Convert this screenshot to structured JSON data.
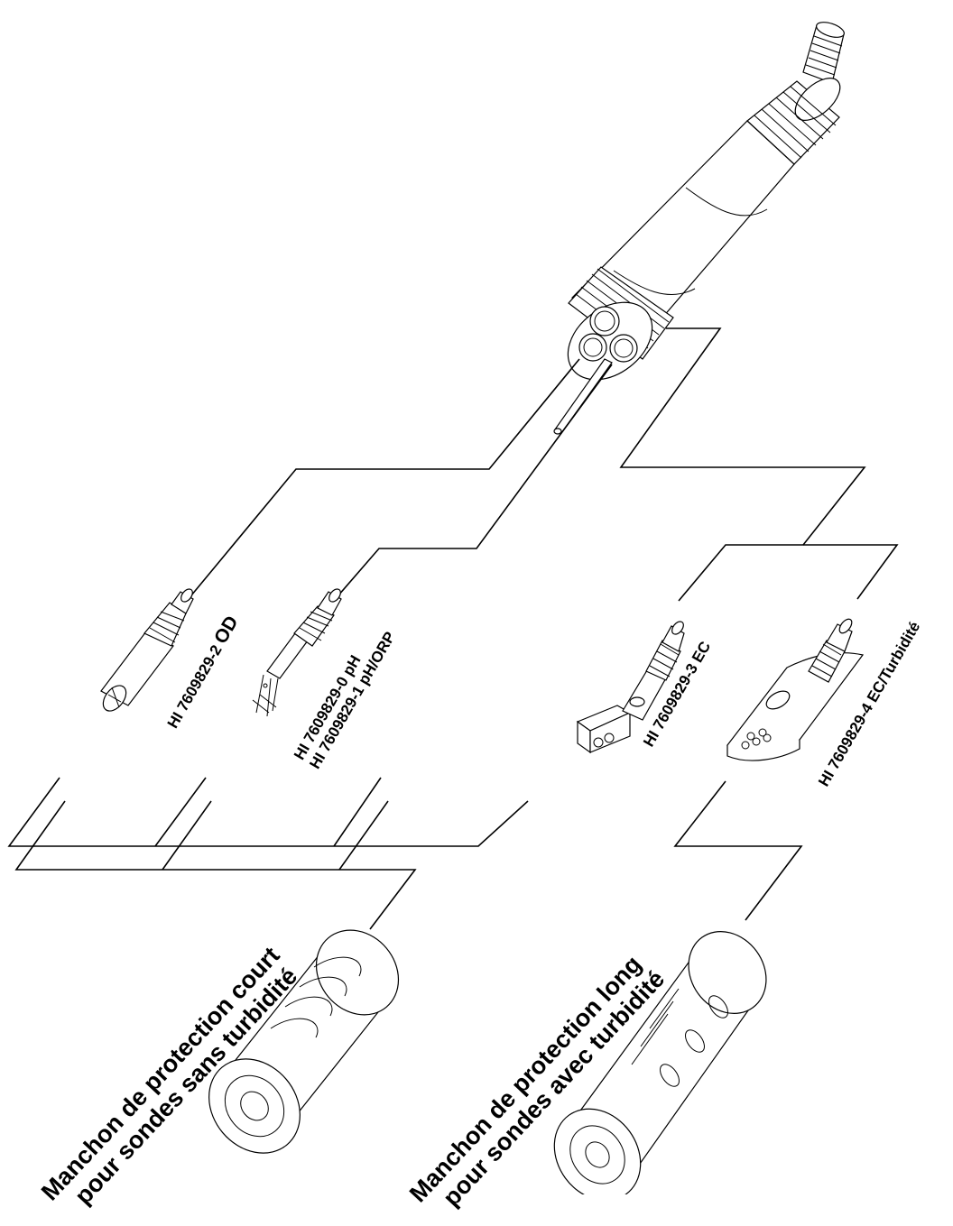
{
  "probes": [
    {
      "code": "HI 7609829-2",
      "type": "OD"
    },
    {
      "line1": "HI 7609829-0 pH",
      "line2": "HI 7609829-1 pH/ORP"
    },
    {
      "code": "HI 7609829-3",
      "type": "EC"
    },
    {
      "code": "HI 7609829-4",
      "type": "EC/Turbidité"
    }
  ],
  "sleeves": [
    {
      "line1": "Manchon de protection court",
      "line2": "pour sondes sans turbidité"
    },
    {
      "line1": "Manchon de protection long",
      "line2": "pour sondes avec turbidité"
    }
  ]
}
